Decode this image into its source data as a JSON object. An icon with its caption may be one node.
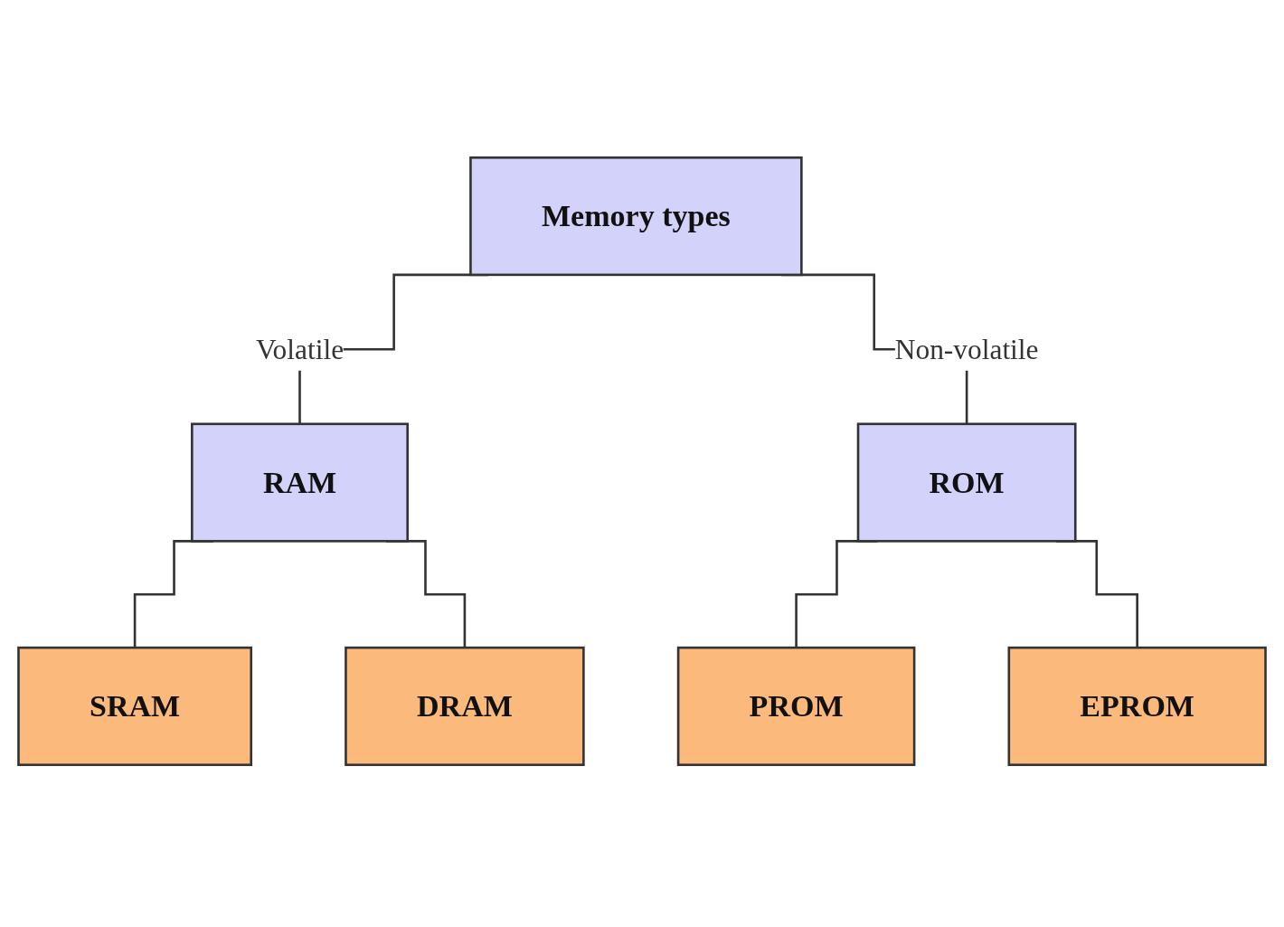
{
  "diagram": {
    "nodes": [
      {
        "text": [
          "Memory types"
        ]
      },
      {
        "text": [
          "RAM"
        ]
      },
      {
        "text": [
          "ROM"
        ]
      },
      {
        "text": [
          "SRAM"
        ]
      },
      {
        "text": [
          "DRAM"
        ]
      },
      {
        "text": [
          "PROM"
        ]
      },
      {
        "text": [
          "EPROM"
        ]
      }
    ],
    "edges": [
      {
        "from": 0,
        "to": 1,
        "arrow": "none",
        "label": "Volatile"
      },
      {
        "from": 0,
        "to": 2,
        "arrow": "none",
        "label": "Non-volatile"
      },
      {
        "from": 1,
        "to": 3,
        "arrow": "none"
      },
      {
        "from": 1,
        "to": 4,
        "arrow": "none"
      },
      {
        "from": 2,
        "to": 5,
        "arrow": "none"
      },
      {
        "from": 2,
        "to": 6,
        "arrow": "none"
      }
    ]
  }
}
